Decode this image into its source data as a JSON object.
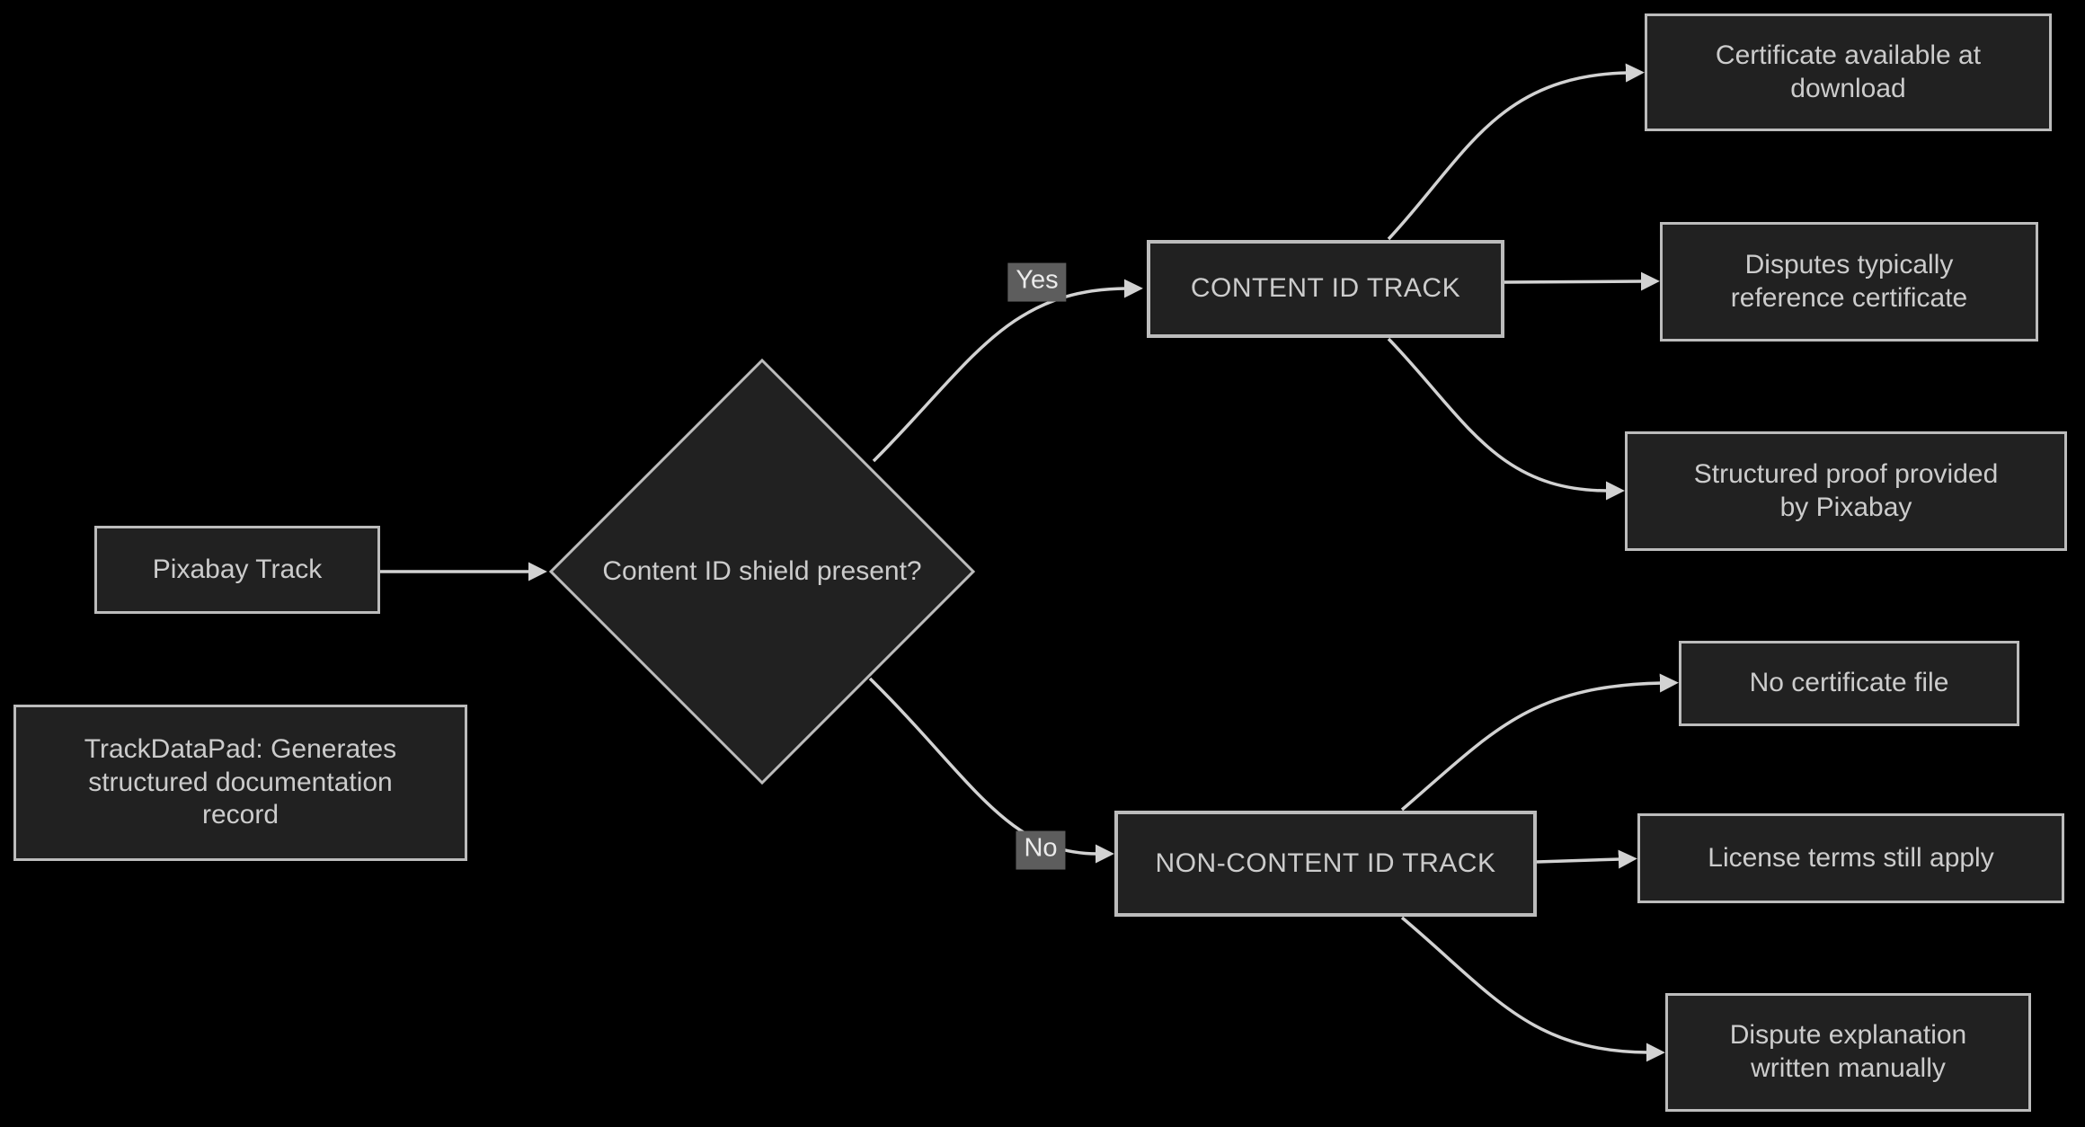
{
  "diagram": {
    "colors": {
      "bg": "#000000",
      "node_fill": "#212121",
      "node_border": "#bcbcbc",
      "node_text": "#cccccc",
      "edge_color": "#d2d2d2",
      "edge_label_bg": "#5d5d5d",
      "edge_label_text": "#ebebeb"
    },
    "nodes": {
      "pixabay_track": {
        "label": "Pixabay Track"
      },
      "trackdatapad_note": {
        "label": "TrackDataPad: Generates\nstructured documentation\nrecord"
      },
      "decision": {
        "label": "Content ID shield present?"
      },
      "content_track": {
        "label": "CONTENT ID TRACK"
      },
      "non_content_track": {
        "label": "NON-CONTENT ID TRACK"
      },
      "certificate_available": {
        "label": "Certificate available at\ndownload"
      },
      "disputes_reference": {
        "label": "Disputes typically\nreference certificate"
      },
      "structured_proof": {
        "label": "Structured proof provided\nby Pixabay"
      },
      "no_certificate": {
        "label": "No certificate file"
      },
      "license_terms": {
        "label": "License terms still apply"
      },
      "dispute_explanation": {
        "label": "Dispute explanation\nwritten manually"
      }
    },
    "edge_labels": {
      "yes": "Yes",
      "no": "No"
    }
  }
}
